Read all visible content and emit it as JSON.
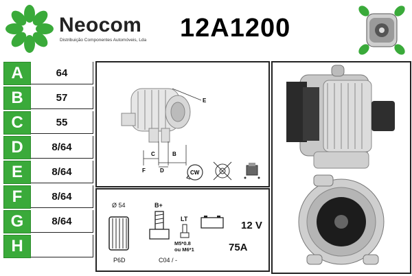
{
  "header": {
    "brand_name": "Neocom",
    "brand_tagline": "Distribuição Componentes Automóveis, Lda",
    "part_number": "12A1200"
  },
  "colors": {
    "accent": "#3aaa3a",
    "border": "#222222"
  },
  "spec_table": [
    {
      "letter": "A",
      "value": "64"
    },
    {
      "letter": "B",
      "value": "57"
    },
    {
      "letter": "C",
      "value": "55"
    },
    {
      "letter": "D",
      "value": "8/64"
    },
    {
      "letter": "E",
      "value": "8/64"
    },
    {
      "letter": "F",
      "value": "8/64"
    },
    {
      "letter": "G",
      "value": "8/64"
    },
    {
      "letter": "H",
      "value": ""
    }
  ],
  "diagram": {
    "labels": {
      "e": "E",
      "c": "C",
      "b": "B",
      "f": "F",
      "d": "D"
    },
    "rotation_label": "CW",
    "icons": [
      "alternator-outline-drawing",
      "clockwise-rotation-icon",
      "no-vacuum-pump-icon",
      "connector-plug-icon"
    ]
  },
  "specs": {
    "pulley_diameter": "Ø 54",
    "pulley_type": "P6D",
    "terminal_b": "B+",
    "terminal_lt": "LT",
    "thread_info": "M5*0.8\nou M6*1",
    "connector_code": "C04 / -",
    "voltage": "12 V",
    "current": "75A"
  },
  "photos": [
    "alternator-side-view-photo",
    "alternator-rear-view-photo"
  ]
}
